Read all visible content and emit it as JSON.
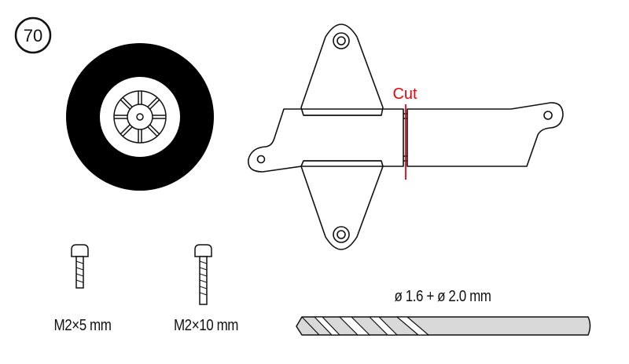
{
  "step": {
    "number": "70"
  },
  "cut": {
    "label": "Cut",
    "color": "#e30613"
  },
  "screws": [
    {
      "label": "M2×5 mm"
    },
    {
      "label": "M2×10 mm"
    }
  ],
  "drill": {
    "label": "ø 1.6 + ø 2.0 mm",
    "fill": "#d9d9d9"
  },
  "colors": {
    "line": "#111111",
    "tire": "#000000"
  }
}
